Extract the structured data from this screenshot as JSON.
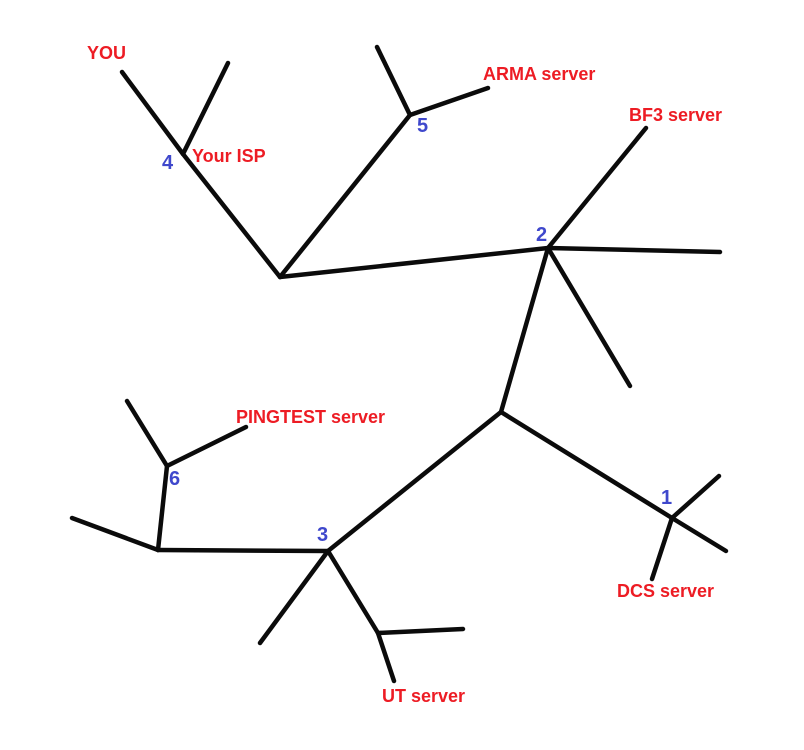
{
  "diagram": {
    "labels": {
      "you": "YOU",
      "your_isp": "Your ISP",
      "arma": "ARMA server",
      "bf3": "BF3 server",
      "pingtest": "PINGTEST server",
      "dcs": "DCS server",
      "ut": "UT server"
    },
    "hop_numbers": {
      "h1": "1",
      "h2": "2",
      "h3": "3",
      "h4": "4",
      "h5": "5",
      "h6": "6"
    },
    "colors": {
      "server_label_red": "#ed1c24",
      "hop_number_blue": "#3f48cc",
      "link_line_black": "#0b0b0b",
      "background": "#ffffff"
    }
  }
}
